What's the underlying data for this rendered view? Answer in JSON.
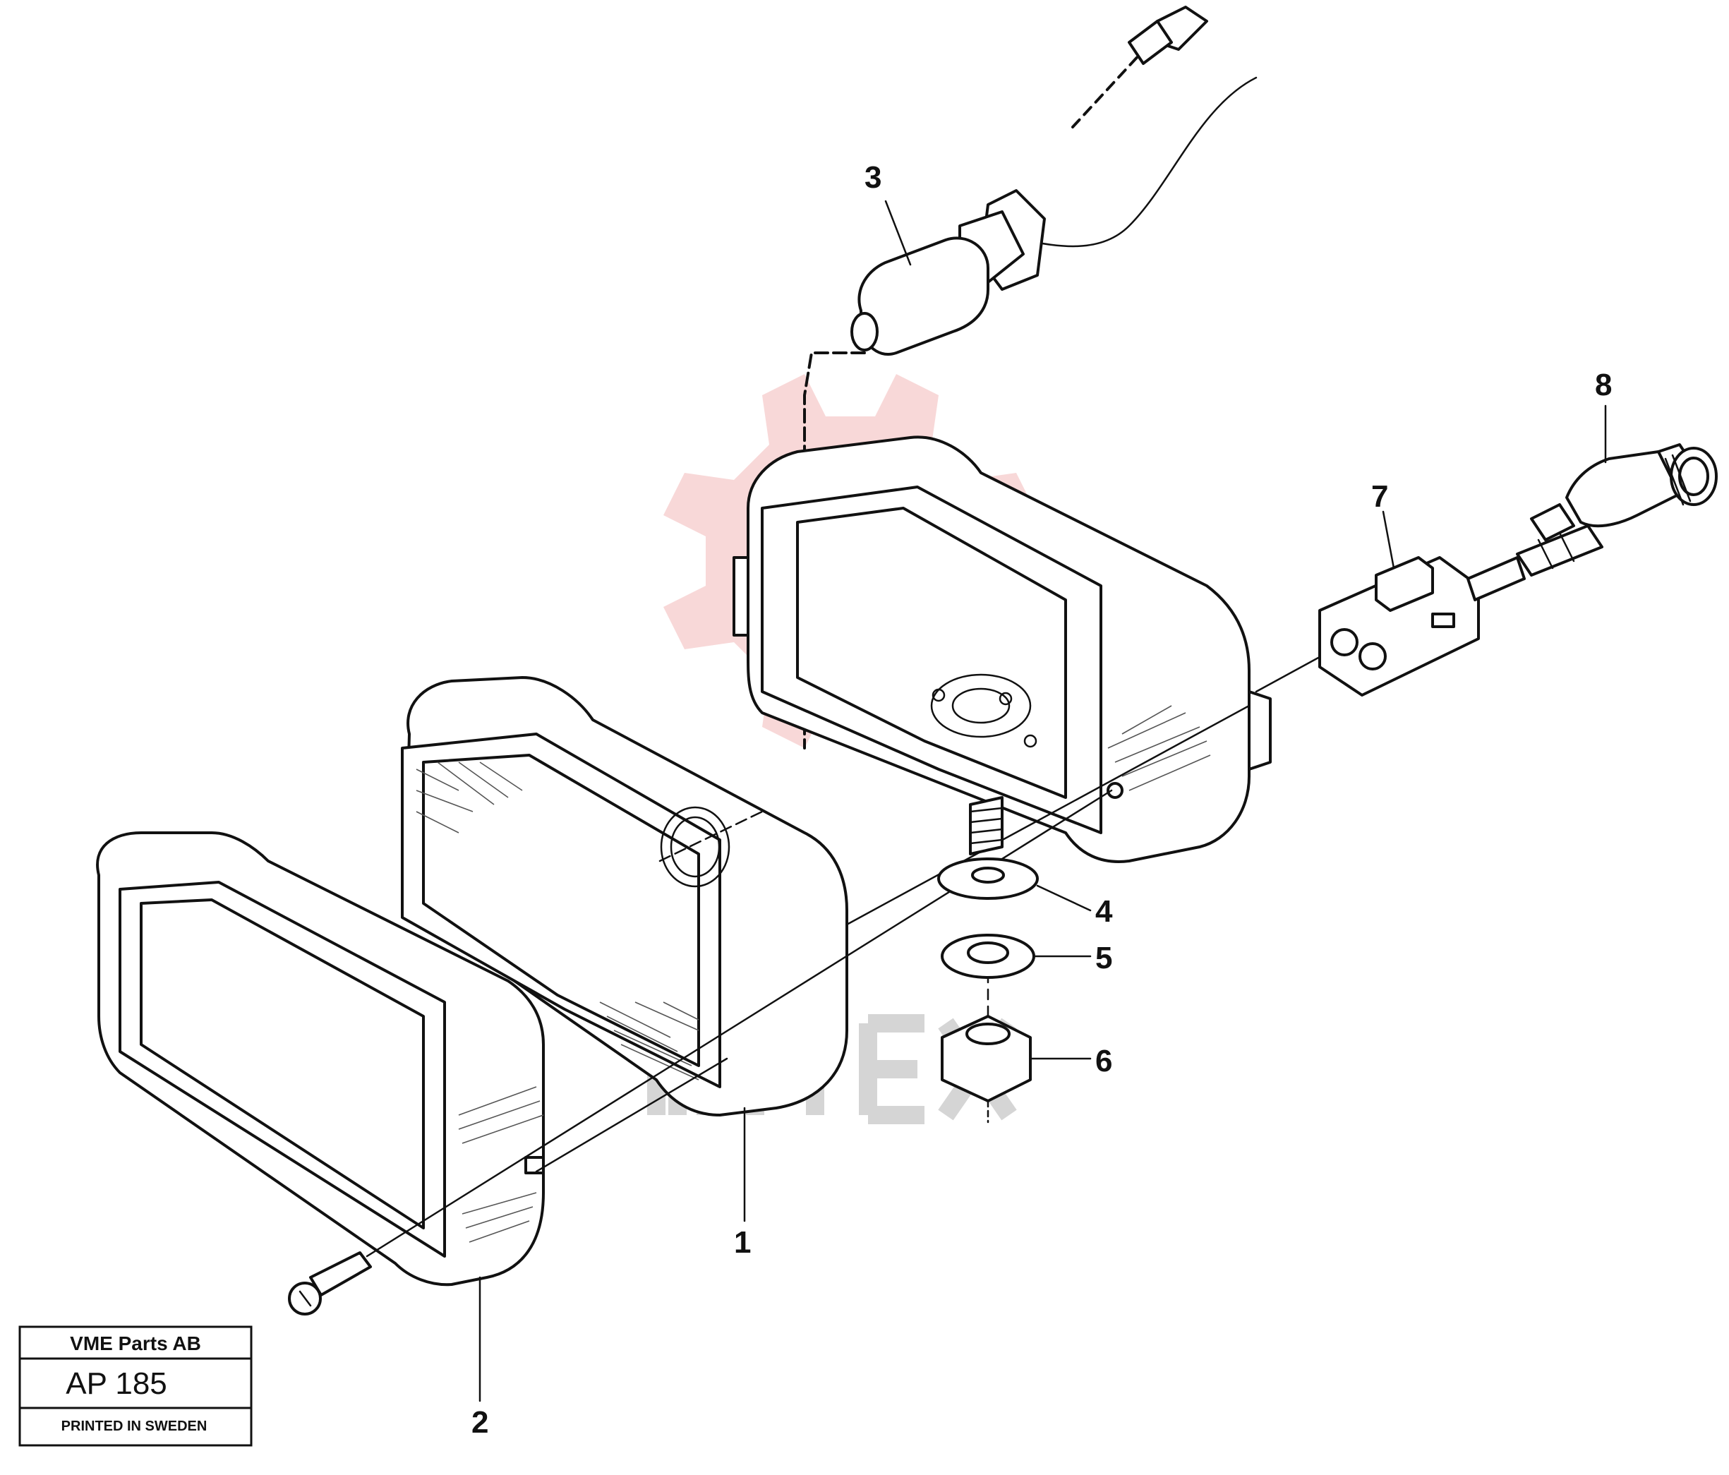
{
  "callouts": [
    {
      "id": "1",
      "label": "1"
    },
    {
      "id": "2",
      "label": "2"
    },
    {
      "id": "3",
      "label": "3"
    },
    {
      "id": "4",
      "label": "4"
    },
    {
      "id": "5",
      "label": "5"
    },
    {
      "id": "6",
      "label": "6"
    },
    {
      "id": "7",
      "label": "7"
    },
    {
      "id": "8",
      "label": "8"
    }
  ],
  "stamp": {
    "company": "VME Parts AB",
    "code": "AP 185",
    "printed": "PRINTED IN SWEDEN"
  },
  "colors": {
    "ink": "#111111",
    "watermark": "#f2b8b8",
    "background": "#ffffff"
  }
}
